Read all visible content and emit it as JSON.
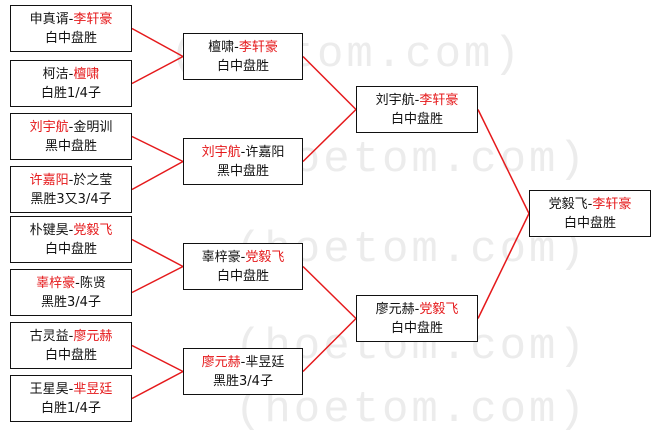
{
  "colors": {
    "winner": "#e5191b",
    "text": "#111111",
    "line": "#e5191b",
    "watermark": "#ececec"
  },
  "watermark": "(hoetom.com)",
  "round1": [
    {
      "p1": "申真谞",
      "p2": "李轩豪",
      "winner": 2,
      "result": "白中盘胜"
    },
    {
      "p1": "柯洁",
      "p2": "檀啸",
      "winner": 2,
      "result": "白胜1/4子"
    },
    {
      "p1": "刘宇航",
      "p2": "金明训",
      "winner": 1,
      "result": "黑中盘胜"
    },
    {
      "p1": "许嘉阳",
      "p2": "於之莹",
      "winner": 1,
      "result": "黑胜3又3/4子"
    },
    {
      "p1": "朴键昊",
      "p2": "党毅飞",
      "winner": 2,
      "result": "白中盘胜"
    },
    {
      "p1": "辜梓豪",
      "p2": "陈贤",
      "winner": 1,
      "result": "黑胜3/4子"
    },
    {
      "p1": "古灵益",
      "p2": "廖元赫",
      "winner": 2,
      "result": "白中盘胜"
    },
    {
      "p1": "王星昊",
      "p2": "芈昱廷",
      "winner": 2,
      "result": "白胜1/4子"
    }
  ],
  "round2": [
    {
      "p1": "檀啸",
      "p2": "李轩豪",
      "winner": 2,
      "result": "白中盘胜"
    },
    {
      "p1": "刘宇航",
      "p2": "许嘉阳",
      "winner": 1,
      "result": "黑中盘胜"
    },
    {
      "p1": "辜梓豪",
      "p2": "党毅飞",
      "winner": 2,
      "result": "白中盘胜"
    },
    {
      "p1": "廖元赫",
      "p2": "芈昱廷",
      "winner": 1,
      "result": "黑胜3/4子"
    }
  ],
  "round3": [
    {
      "p1": "刘宇航",
      "p2": "李轩豪",
      "winner": 2,
      "result": "白中盘胜"
    },
    {
      "p1": "廖元赫",
      "p2": "党毅飞",
      "winner": 2,
      "result": "白中盘胜"
    }
  ],
  "final": [
    {
      "p1": "党毅飞",
      "p2": "李轩豪",
      "winner": 2,
      "result": "白中盘胜"
    }
  ]
}
